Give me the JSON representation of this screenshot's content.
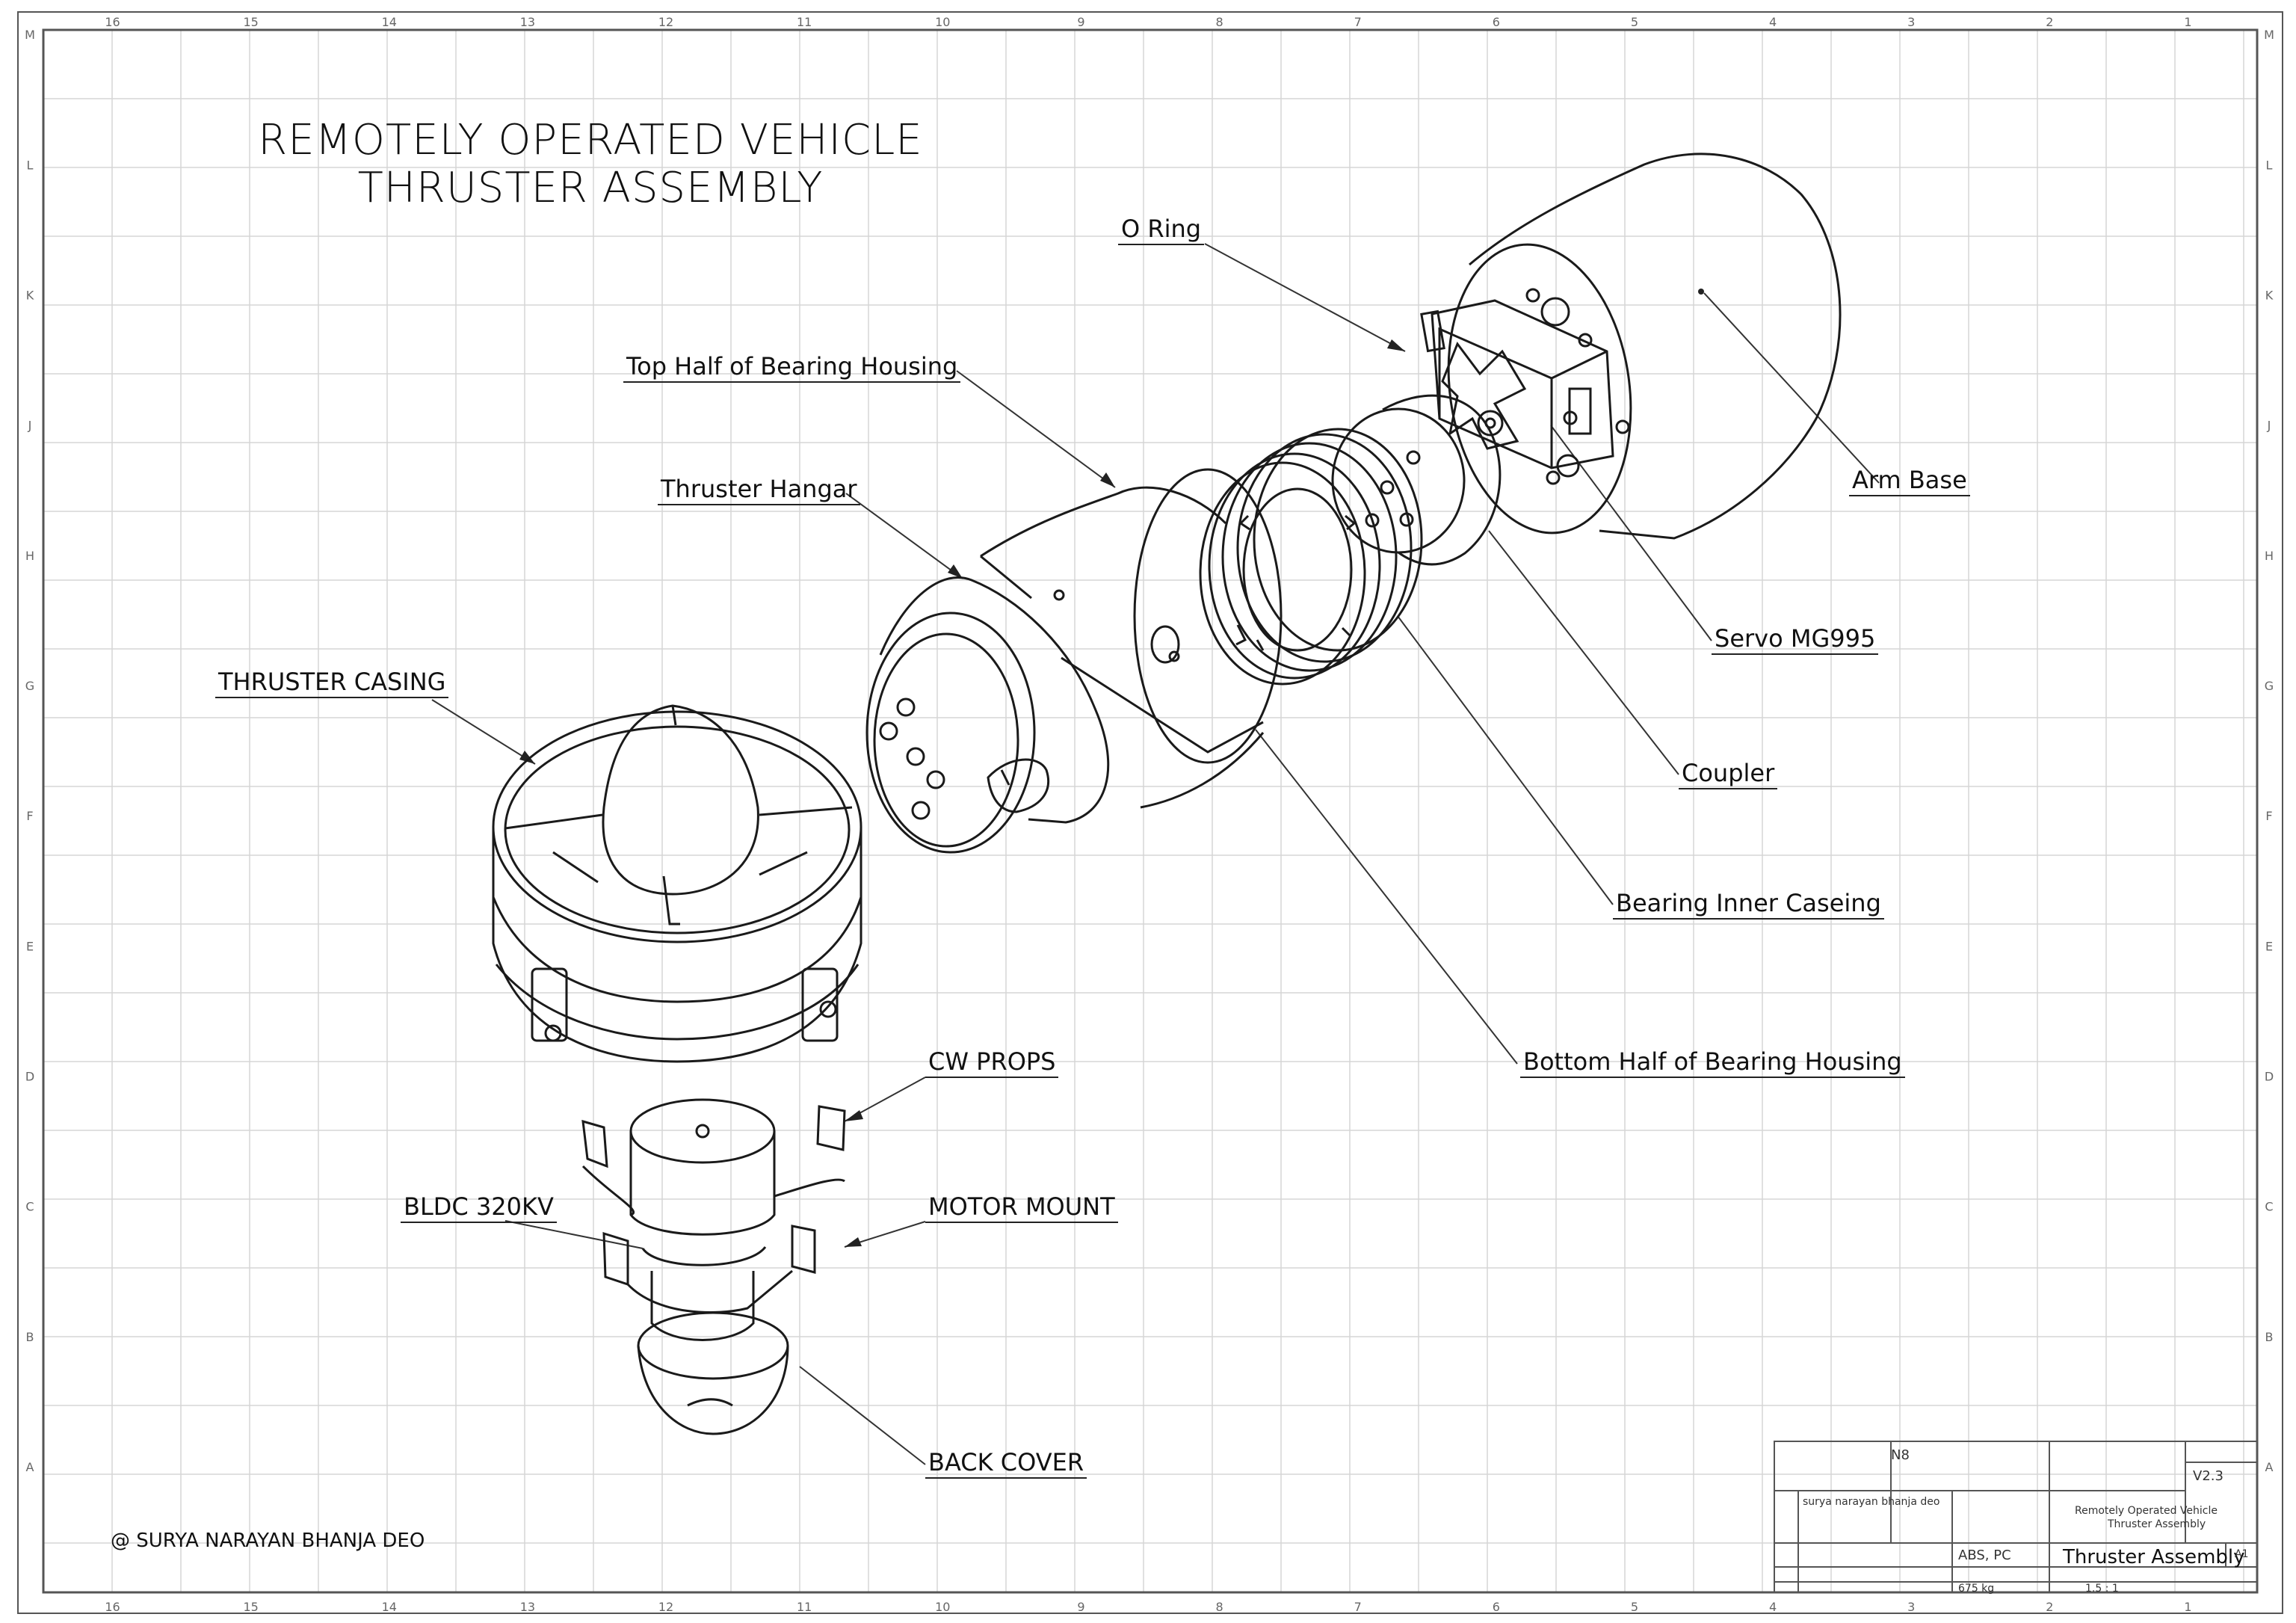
{
  "title": {
    "line1": "REMOTELY OPERATED VEHICLE",
    "line2": "THRUSTER ASSEMBLY"
  },
  "callouts": {
    "o_ring": "O Ring",
    "top_half_bearing_housing": "Top Half of Bearing Housing",
    "thruster_hangar": "Thruster Hangar",
    "thruster_casing": "THRUSTER CASING",
    "arm_base": "Arm Base",
    "servo": "Servo MG995",
    "coupler": "Coupler",
    "bearing_inner_caseing": "Bearing Inner Caseing",
    "bottom_half_bearing_housing": "Bottom Half of Bearing Housing",
    "cw_props": "CW PROPS",
    "bldc": "BLDC 320KV",
    "motor_mount": "MOTOR MOUNT",
    "back_cover": "BACK COVER"
  },
  "copyright": "@ SURYA NARAYAN BHANJA DEO",
  "border": {
    "columns": [
      "16",
      "15",
      "14",
      "13",
      "12",
      "11",
      "10",
      "9",
      "8",
      "7",
      "6",
      "5",
      "4",
      "3",
      "2",
      "1"
    ],
    "rows": [
      "M",
      "L",
      "K",
      "J",
      "H",
      "G",
      "F",
      "E",
      "D",
      "C",
      "B",
      "A"
    ]
  },
  "title_block": {
    "finish": "N8",
    "designer": "surya narayan bhanja deo",
    "revision": "V2.3",
    "description_line1": "Remotely Operated Vehicle",
    "description_line2": "Thruster Assembly",
    "material": "ABS, PC",
    "drawing_title": "Thruster Assembly",
    "size": "A1",
    "weight": "675 kg",
    "scale": "1.5 : 1"
  }
}
